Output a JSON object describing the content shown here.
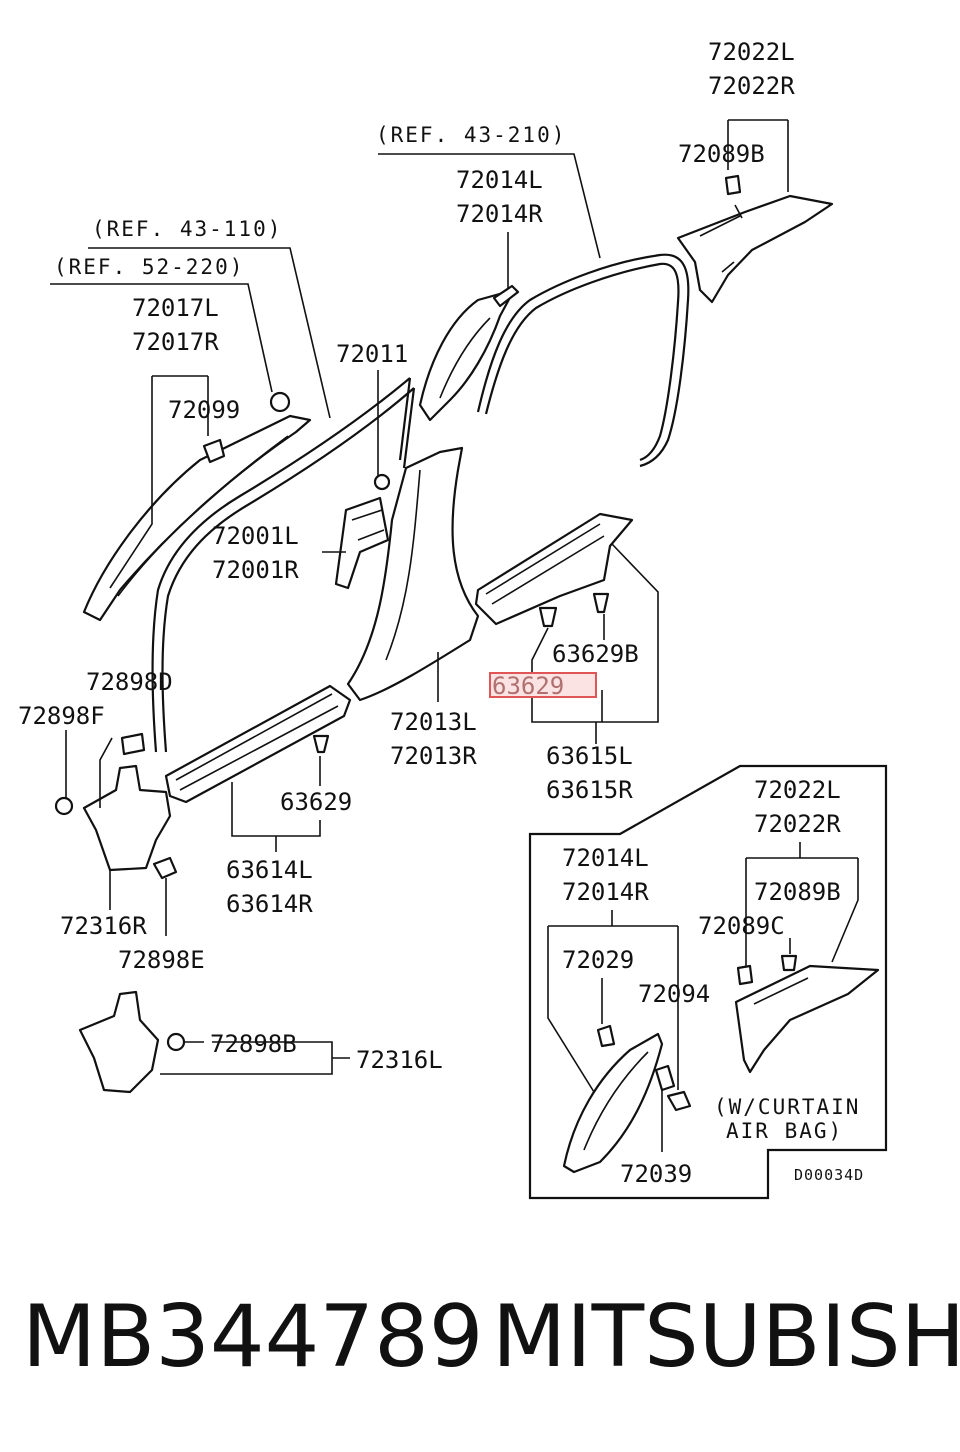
{
  "labels": {
    "l72022L_top": "72022L",
    "l72022R_top": "72022R",
    "ref43_210": "(REF. 43-210)",
    "l72089B_top": "72089B",
    "l72014L_top": "72014L",
    "l72014R_top": "72014R",
    "ref43_110": "(REF. 43-110)",
    "ref52_220": "(REF. 52-220)",
    "l72017L": "72017L",
    "l72017R": "72017R",
    "l72011": "72011",
    "l72099": "72099",
    "l72001L": "72001L",
    "l72001R": "72001R",
    "l63629B": "63629B",
    "l63629_hl": "63629",
    "l72898D": "72898D",
    "l72898F": "72898F",
    "l72013L": "72013L",
    "l72013R": "72013R",
    "l63615L": "63615L",
    "l63615R": "63615R",
    "l63629_mid": "63629",
    "l63614L": "63614L",
    "l63614R": "63614R",
    "l72022L_inset": "72022L",
    "l72022R_inset": "72022R",
    "l72316R": "72316R",
    "l72898E": "72898E",
    "l72014L_inset": "72014L",
    "l72014R_inset": "72014R",
    "l72089B_inset": "72089B",
    "l72089C": "72089C",
    "l72029": "72029",
    "l72094": "72094",
    "l72898B": "72898B",
    "l72316L": "72316L",
    "curtain1": "(W/CURTAIN",
    "curtain2": "AIR BAG)",
    "l72039": "72039",
    "diagram_code": "D00034D"
  },
  "highlight_color": "#e05555",
  "footer": {
    "part_number": "MB344789",
    "brand": "MITSUBISHI"
  }
}
